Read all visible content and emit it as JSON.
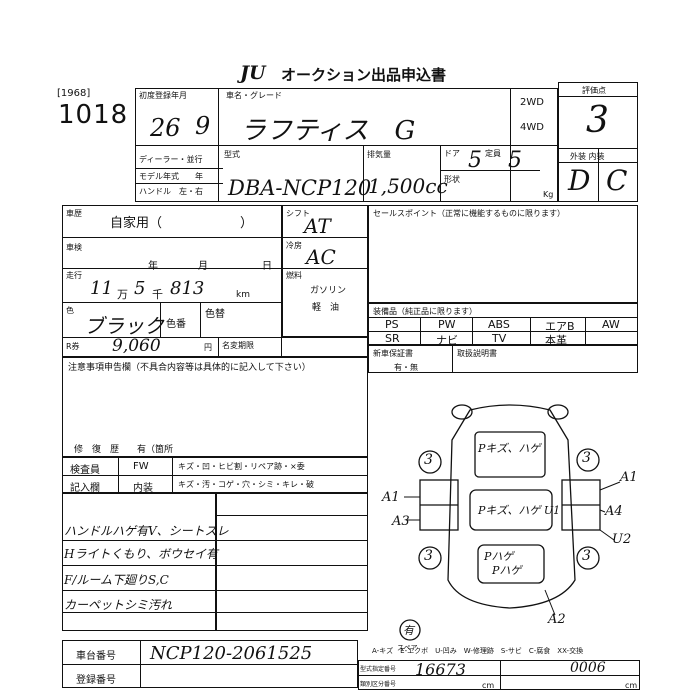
{
  "header": {
    "logo": "JU",
    "title": "オークション出品申込書",
    "lot_code": "[1968]",
    "lot_number": "1018"
  },
  "labels": {
    "first_reg": "初度登録年月",
    "car_name": "車名・グレード",
    "dealer": "ディーラー・並行",
    "model_year": "モデル年式　　年",
    "handle": "ハンドル　左・右",
    "model_type": "型式",
    "displacement": "排気量",
    "doors": "ドア",
    "capacity": "定員",
    "shape": "形状",
    "kg": "Kg",
    "grade_title": "評価点",
    "ext_int": "外装 内装",
    "history": "車歴",
    "shift": "シフト",
    "sales_point": "セールスポイント（正常に機能するものに限ります）",
    "inspection": "車検",
    "year": "年",
    "month": "月",
    "day": "日",
    "cooling": "冷房",
    "mileage": "走行",
    "man": "万",
    "sen": "千",
    "km": "km",
    "fuel": "燃料",
    "gasoline": "ガソリン",
    "diesel": "軽　油",
    "color": "色",
    "color_no": "色番",
    "color_change": "色替",
    "equipment": "装備品（純正品に限ります）",
    "r_ticket": "R券",
    "yen": "円",
    "name_change": "名変期限",
    "new_warranty": "新車保証書",
    "warranty_yn": "有・無",
    "owner_manual": "取扱説明書",
    "notes_title": "注意事項申告欄（不具合内容等は具体的に記入して下さい）",
    "repair_history": "修　復　歴　　有（箇所",
    "inspector": "検査員",
    "entry": "記入欄",
    "fw": "FW",
    "interior": "内装",
    "defects_row1": "キズ・凹・ヒビ割・リペア跡・×委",
    "defects_row2": "キズ・汚・コゲ・穴・シミ・キレ・破",
    "chassis_no_label": "車台番号",
    "reg_no_label": "登録番号",
    "legend": "A-キズ　E-エクボ　U-凹み　W-修理跡　S-サビ　C-腐食　XX-交換",
    "cm": "cm",
    "sticker_1": "型式指定番号",
    "sticker_2": "類別区分番号",
    "spare": "スペア"
  },
  "values": {
    "first_reg_year": "26",
    "first_reg_month": "9",
    "car_name": "ラフティス　G",
    "drive_2wd": "2WD",
    "drive_4wd": "4WD",
    "model_type": "DBA-NCP120",
    "displacement": "1,500cc",
    "doors": "5",
    "capacity": "5",
    "grade": "3",
    "exterior": "D",
    "interior": "C",
    "history": "自家用（　　　　　　）",
    "shift": "AT",
    "cooling": "AC",
    "mileage_man": "11",
    "mileage_sen": "5",
    "mileage_rest": "813",
    "color": "ブラック",
    "r_ticket": "9,060",
    "spare_presence": "有",
    "chassis_no": "NCP120-2061525",
    "sticker_1_value": "16673",
    "sticker_2_value": "0006"
  },
  "equipment": {
    "row1": [
      "PS",
      "PW",
      "ABS",
      "エアB",
      "AW"
    ],
    "row2": [
      "SR",
      "ナビ",
      "TV",
      "本革",
      ""
    ]
  },
  "notes": [
    "ハンドルハゲ有V、シートスレ",
    "Hライトくもり、ボウセイ有",
    "F/ルーム下廻りS,C",
    "カーペットシミ汚れ"
  ],
  "diagram": {
    "roof_note": "Pキズ、ハゲ",
    "hood_note": "Pキズ、ハゲ U1",
    "trunk_note": "Pハゲ",
    "front_note": "Pハゲ",
    "tire_mark": "3",
    "left_1": "A1",
    "left_2": "A3",
    "right_1": "A1",
    "right_2": "A4",
    "right_3": "U2",
    "bottom": "A2"
  }
}
